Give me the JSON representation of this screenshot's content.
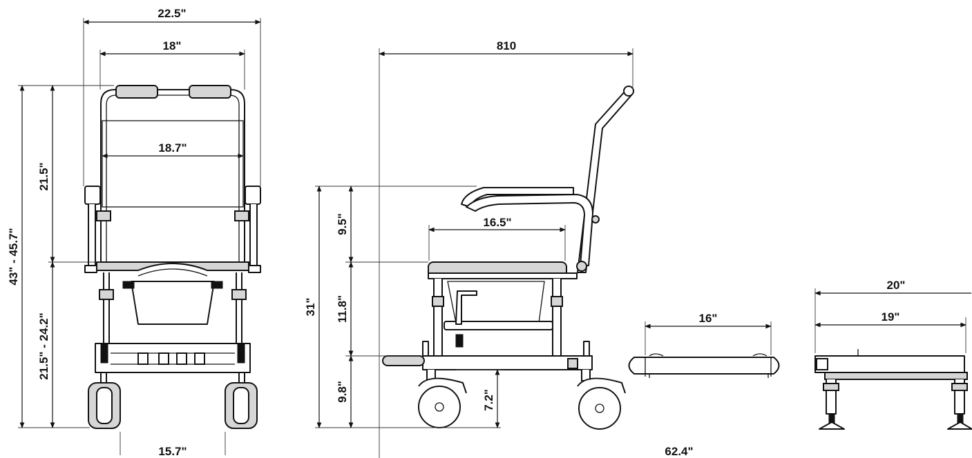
{
  "front_view": {
    "overall_width": "22.5\"",
    "inner_width": "18\"",
    "seat_width": "18.7\"",
    "base_width": "15.7\"",
    "overall_height": "43\" - 45.7\"",
    "backrest_height": "21.5\"",
    "seat_height": "21.5\" - 24.2\""
  },
  "side_view": {
    "top_length": "810",
    "seat_depth": "16.5\"",
    "total_height": "31\"",
    "armrest_height": "9.5\"",
    "seat_section": "11.8\"",
    "lower_section": "9.8\"",
    "wheel_height": "7.2\"",
    "overall_length": "62.4\""
  },
  "footrest_view": {
    "width": "16\""
  },
  "end_view": {
    "overall_width": "20\"",
    "inner_width": "19\""
  },
  "colors": {
    "line": "#111111",
    "fill_gray": "#d6d6d6",
    "background": "#ffffff"
  }
}
